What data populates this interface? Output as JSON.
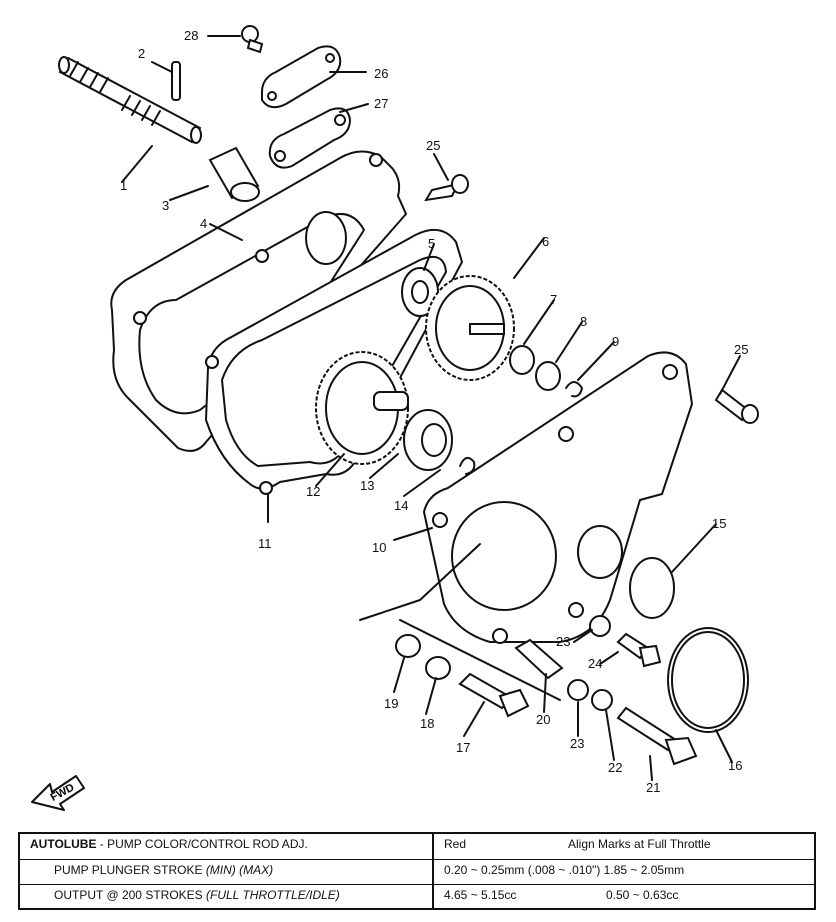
{
  "callouts": {
    "c1": "1",
    "c2": "2",
    "c3": "3",
    "c4": "4",
    "c5": "5",
    "c6": "6",
    "c7": "7",
    "c8": "8",
    "c9": "9",
    "c10": "10",
    "c11": "11",
    "c12": "12",
    "c13": "13",
    "c14": "14",
    "c15": "15",
    "c16": "16",
    "c17": "17",
    "c18": "18",
    "c19": "19",
    "c20": "20",
    "c21": "21",
    "c22": "22",
    "c23a": "23",
    "c23b": "23",
    "c24": "24",
    "c25a": "25",
    "c25b": "25",
    "c26": "26",
    "c27": "27",
    "c28": "28"
  },
  "fwd_label": "FWD",
  "table": {
    "header_bold": "AUTOLUBE",
    "header_rest": " - PUMP COLOR/CONTROL ROD ADJ.",
    "row1_label_plain": "PUMP PLUNGER STROKE ",
    "row1_label_italic": "(MIN) (MAX)",
    "row2_label_plain": "OUTPUT @ 200 STROKES ",
    "row2_label_italic": "(FULL THROTTLE/IDLE)",
    "header_right_a": "Red",
    "header_right_b": "Align Marks at Full Throttle",
    "row1_value": "0.20 ~ 0.25mm (.008 ~ .010\")   1.85 ~ 2.05mm",
    "row2_value_a": "4.65 ~ 5.15cc",
    "row2_value_b": "0.50 ~ 0.63cc"
  }
}
